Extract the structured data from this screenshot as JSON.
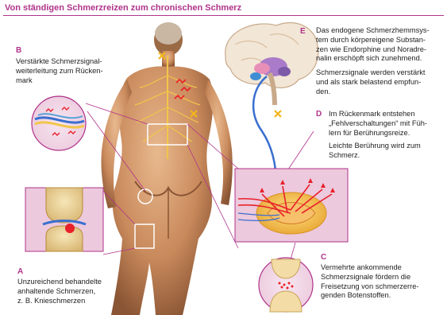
{
  "title": "Von ständigen Schmerzreizen zum chronischen Schmerz",
  "colors": {
    "accent": "#b0338a",
    "skin": "#c98a5c",
    "pain": "#e8202a",
    "signal_arrow": "#3a6fd0",
    "spinal_cord": "#f1c447",
    "brain": "#a97bc9"
  },
  "labels": {
    "A": {
      "letter": "A",
      "lines": [
        "Unzureichend behandelte",
        "anhaltende Schmerzen,",
        "z. B. Knieschmerzen"
      ]
    },
    "B": {
      "letter": "B",
      "lines": [
        "Verstärkte Schmerzsignal-",
        "weiterleitung zum Rücken-",
        "mark"
      ]
    },
    "C": {
      "letter": "C",
      "lines": [
        "Vermehrte ankommende",
        "Schmerzsignale fördern die",
        "Freisetzung von schmerzerre-",
        "genden Botenstoffen."
      ]
    },
    "D": {
      "letter": "D",
      "lines": [
        "Im Rückenmark entstehen",
        "„Fehlverschaltungen“ mit Füh-",
        "lern für Berührungsreize.",
        "Leichte Berührung wird zum",
        "Schmerz."
      ]
    },
    "E": {
      "letter": "E",
      "lines": [
        "Das endogene Schmerzhemmsys-",
        "tem durch körpereigene Substan-",
        "zen wie Endorphine und Noradre-",
        "nalin erschöpft sich zunehmend.",
        "Schmerzsignale werden verstärkt",
        "und als stark belastend empfun-",
        "den."
      ]
    }
  }
}
